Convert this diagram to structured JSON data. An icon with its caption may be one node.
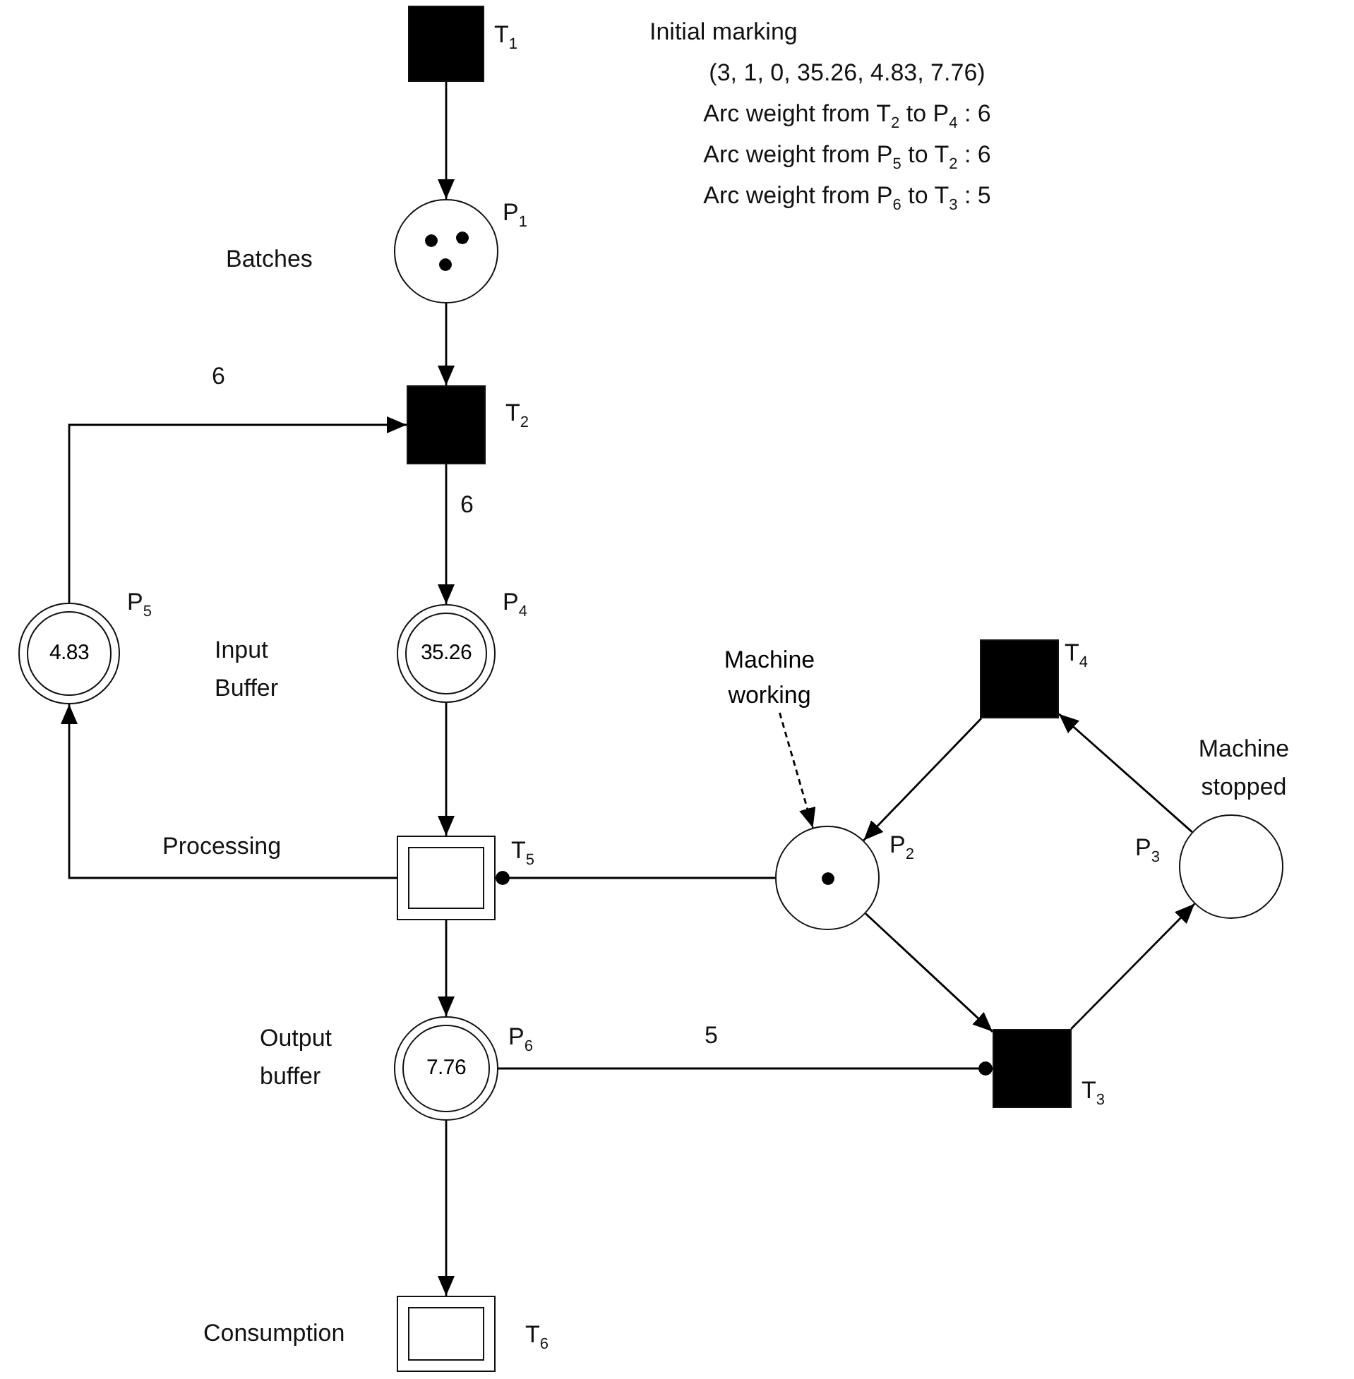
{
  "diagram": {
    "nodes": [
      {
        "text": [],
        "shape": "box",
        "beside": [
          "T$_{1}$"
        ]
      },
      {
        "text": [],
        "shape": "circle",
        "beside": [
          "P$_{1}$",
          "Batches"
        ]
      },
      {
        "text": [],
        "shape": "box",
        "beside": [
          "T$_{2}$"
        ]
      },
      {
        "text": [
          "4.83"
        ],
        "beside": [
          "P$_{5}$"
        ]
      },
      {
        "text": [
          "35.26"
        ],
        "beside": [
          "P$_{4}$"
        ]
      },
      {
        "text": [
          "Machine working"
        ]
      },
      {
        "text": [],
        "shape": "box",
        "beside": [
          "T$_{4}$"
        ]
      },
      {
        "text": [],
        "shape": "circle",
        "beside": [
          "P$_{2}$"
        ]
      },
      {
        "text": [],
        "shape": "circle",
        "beside": [
          "P$_{3}$",
          "Machine stopped"
        ]
      },
      {
        "text": [],
        "shape": "box",
        "beside": [
          "T$_{5}$"
        ]
      },
      {
        "text": [
          "7.76"
        ],
        "beside": [
          "P$_{6}$",
          "Output buffer"
        ]
      },
      {
        "text": [],
        "shape": "box",
        "beside": [
          "T$_{3}$"
        ]
      },
      {
        "text": [],
        "shape": "box",
        "beside": [
          "T$_{6}$",
          "Consumption"
        ]
      }
    ],
    "edges": [
      {
        "from": 0,
        "to": 1,
        "arrow": "to"
      },
      {
        "from": 1,
        "to": 2,
        "arrow": "to"
      },
      {
        "from": 3,
        "to": 2,
        "arrow": "to",
        "label": "6"
      },
      {
        "from": 2,
        "to": 4,
        "arrow": "to",
        "label": "6"
      },
      {
        "from": 4,
        "to": 9,
        "arrow": "to"
      },
      {
        "from": 9,
        "to": 3,
        "arrow": "to"
      },
      {
        "from": 7,
        "to": 9,
        "arrow": "other"
      },
      {
        "from": 5,
        "to": 7,
        "arrow": "to",
        "style": "dashed"
      },
      {
        "from": 6,
        "to": 7,
        "arrow": "to"
      },
      {
        "from": 8,
        "to": 6,
        "arrow": "to"
      },
      {
        "from": 7,
        "to": 11,
        "arrow": "to"
      },
      {
        "from": 11,
        "to": 8,
        "arrow": "to"
      },
      {
        "from": 9,
        "to": 10,
        "arrow": "to"
      },
      {
        "from": 10,
        "to": 11,
        "arrow": "other",
        "label": "5"
      },
      {
        "from": 10,
        "to": 12,
        "arrow": "to"
      }
    ],
    "labels": [
      "Initial marking",
      "(3, 1, 0, 35.26, 4.83, 7.76)",
      "Arc weight from T$_{2}$ to P$_{4}$ : 6",
      "Arc weight from P$_{5}$ to T$_{2}$ : 6",
      "Arc weight from P$_{6}$ to T$_{3}$ : 5",
      "Input Buffer",
      "Processing"
    ]
  }
}
